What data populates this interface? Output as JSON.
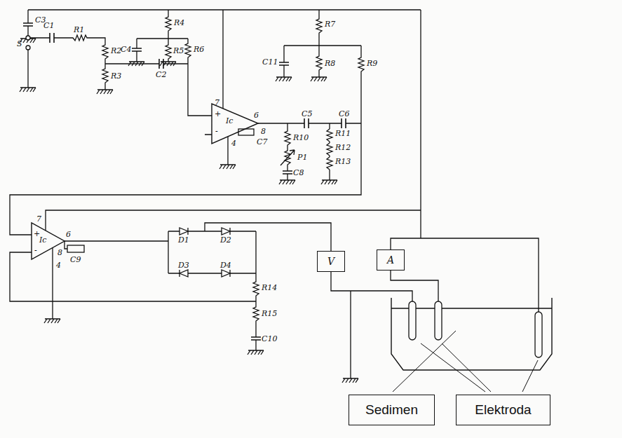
{
  "diagram": {
    "nodes": [
      {
        "text": [
          "V"
        ]
      },
      {
        "text": [
          "A"
        ]
      },
      {
        "text": [
          "Sedimen"
        ]
      },
      {
        "text": [
          "Elektroda"
        ]
      }
    ],
    "labels": [
      "C3",
      "S",
      "C1",
      "R1",
      "R2",
      "R3",
      "C2",
      "R4",
      "C4",
      "R5",
      "R6",
      "7",
      "+",
      "-",
      "Ic",
      "6",
      "8",
      "4",
      "C7",
      "C5",
      "C6",
      "R10",
      "P1",
      "C8",
      "R11",
      "R12",
      "R13",
      "R7",
      "C11",
      "R8",
      "R9",
      "7",
      "+",
      "-",
      "Ic",
      "6",
      "8",
      "4",
      "C9",
      "D1",
      "D2",
      "D3",
      "D4",
      "R14",
      "R15",
      "C10"
    ]
  }
}
